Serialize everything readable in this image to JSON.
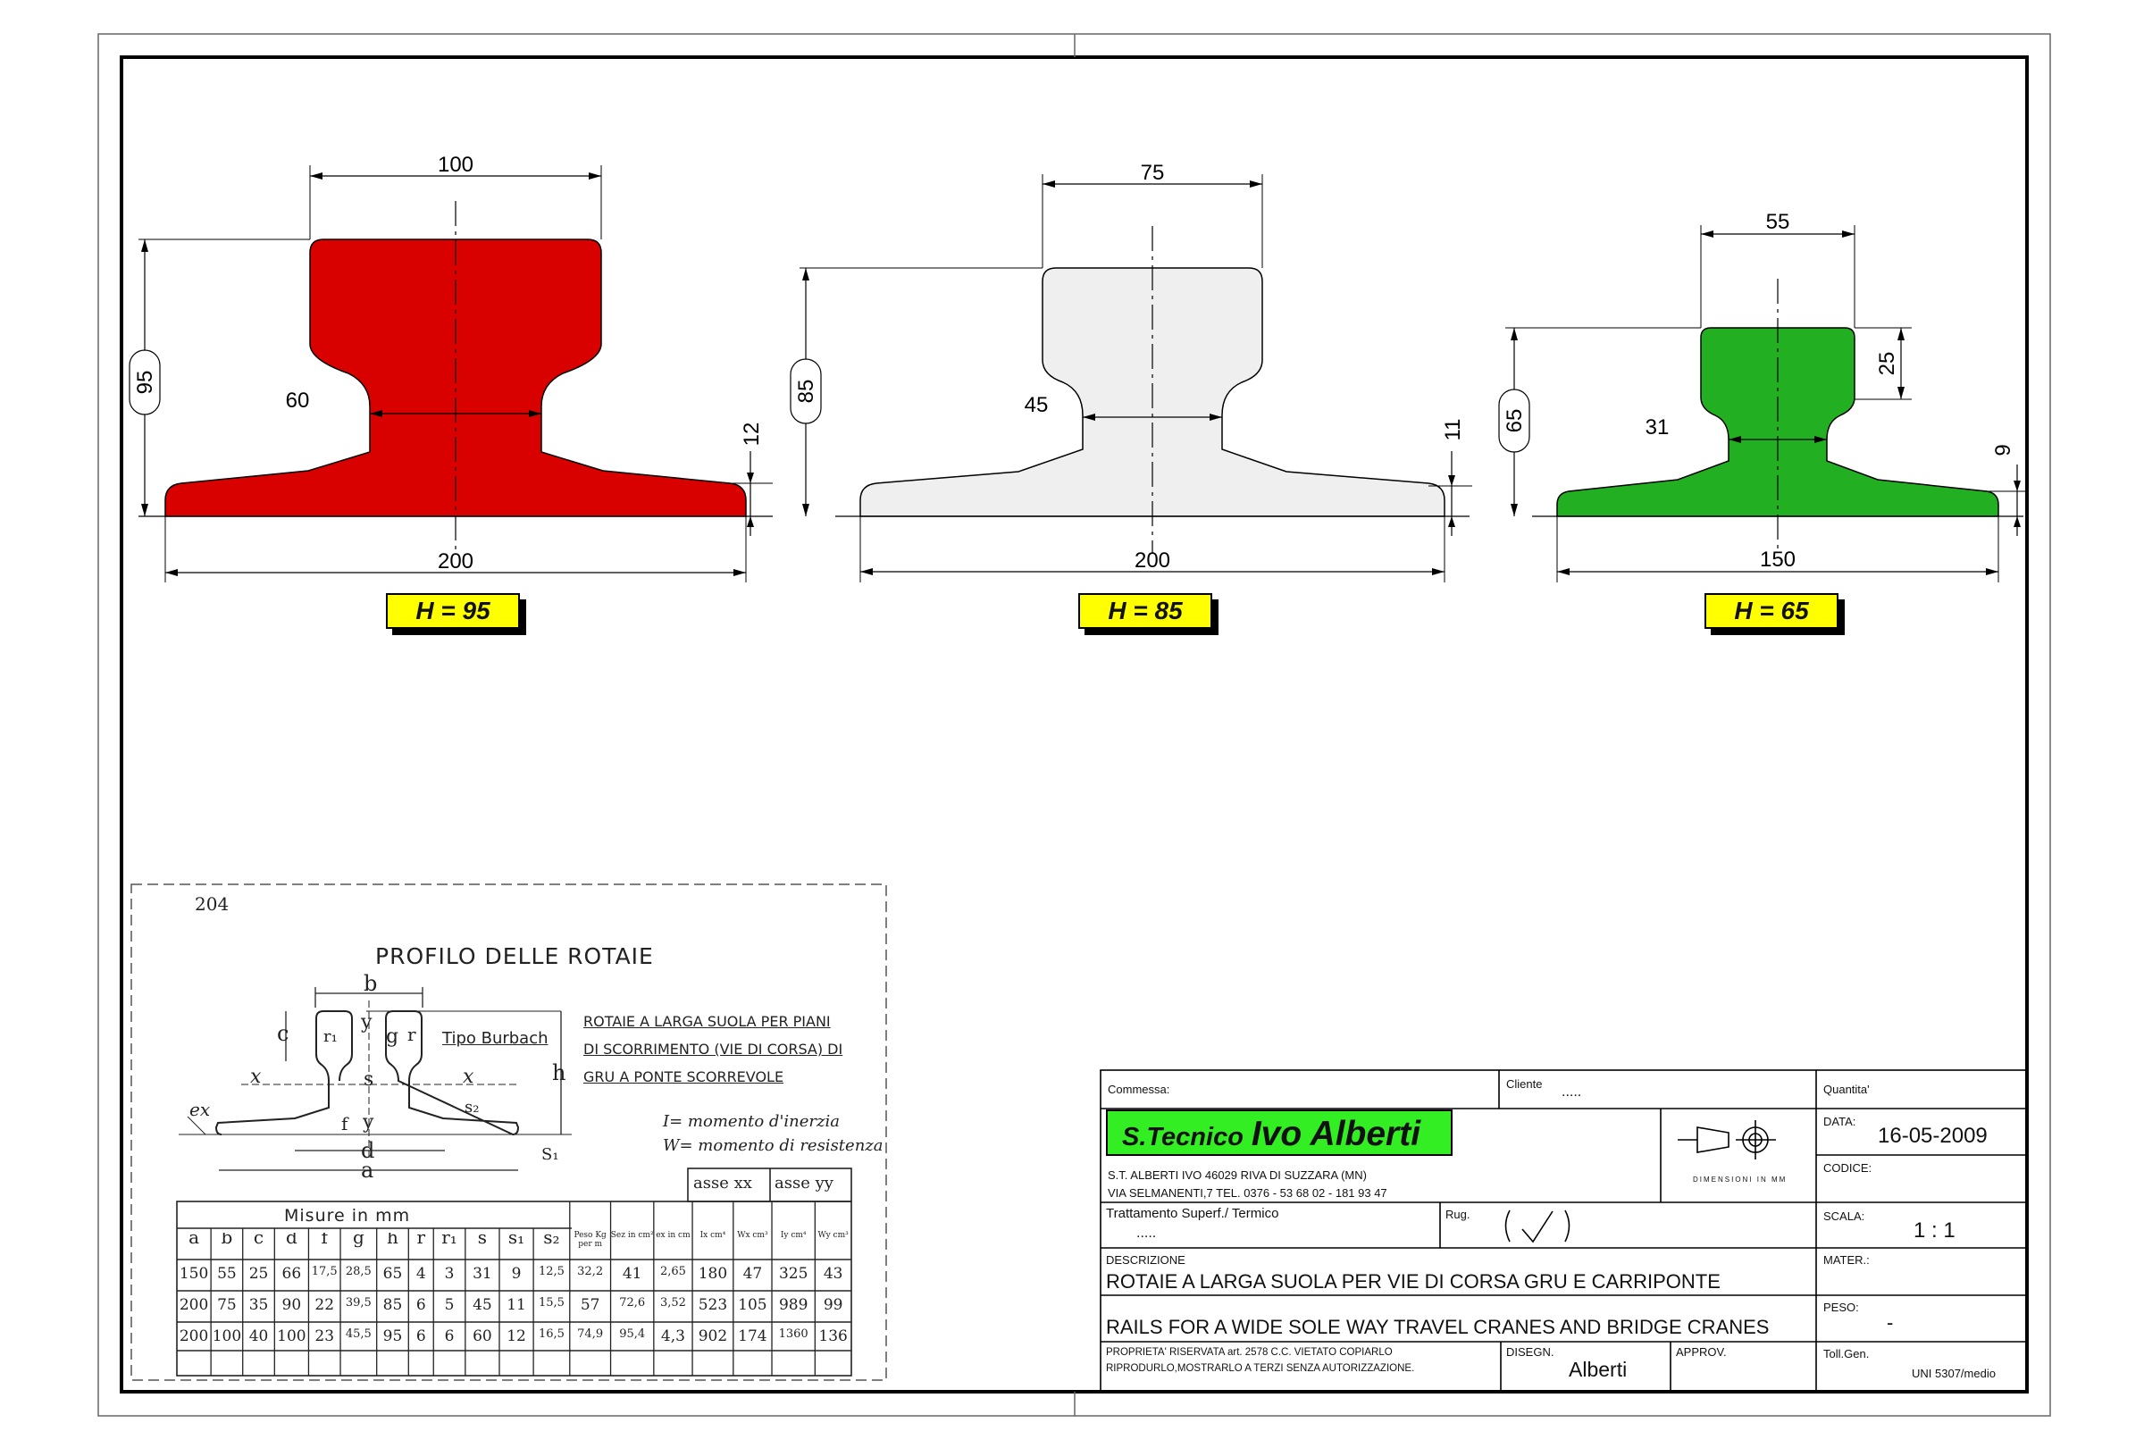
{
  "rails": [
    {
      "top_width": "100",
      "height": "95",
      "web_width": "60",
      "foot_thickness": "12",
      "base_width": "200",
      "badge": "H = 95",
      "color": "#d90000"
    },
    {
      "top_width": "75",
      "height": "85",
      "web_width": "45",
      "foot_thickness": "11",
      "base_width": "200",
      "badge": "H = 85",
      "color": "#efefef"
    },
    {
      "top_width": "55",
      "height": "65",
      "head_height": "25",
      "web_width": "31",
      "foot_thickness": "9",
      "base_width": "150",
      "badge": "H = 65",
      "color": "#22b022"
    }
  ],
  "catalog": {
    "page_number": "204",
    "title": "PROFILO DELLE ROTAIE",
    "type_label": "Tipo Burbach",
    "caption_lines": [
      "ROTAIE A LARGA SUOLA PER PIANI",
      "DI SCORRIMENTO (VIE DI CORSA) DI",
      "GRU A PONTE SCORREVOLE"
    ],
    "legend_i": "I= momento d'inerzia",
    "legend_w": "W= momento di resistenza",
    "dim_letters": {
      "b": "b",
      "c": "c",
      "y": "y",
      "g": "g",
      "r": "r",
      "r1": "r₁",
      "s": "s",
      "s2": "s₂",
      "s1": "S₁",
      "x": "x",
      "h": "h",
      "ex": "ex",
      "f": "f",
      "d": "d",
      "a": "a"
    },
    "header_group": "Misure in mm",
    "axis_xx": "asse xx",
    "axis_yy": "asse yy",
    "col_headers": [
      "a",
      "b",
      "c",
      "d",
      "f",
      "g",
      "h",
      "r",
      "r₁",
      "s",
      "s₁",
      "s₂",
      "Peso Kg per m",
      "Sez in cm²",
      "ex in cm",
      "Ix cm⁴",
      "Wx cm³",
      "Iy cm⁴",
      "Wy cm³"
    ],
    "rows": [
      [
        "150",
        "55",
        "25",
        "66",
        "17,5",
        "28,5",
        "65",
        "4",
        "3",
        "31",
        "9",
        "12,5",
        "32,2",
        "41",
        "2,65",
        "180",
        "47",
        "325",
        "43"
      ],
      [
        "200",
        "75",
        "35",
        "90",
        "22",
        "39,5",
        "85",
        "6",
        "5",
        "45",
        "11",
        "15,5",
        "57",
        "72,6",
        "3,52",
        "523",
        "105",
        "989",
        "99"
      ],
      [
        "200",
        "100",
        "40",
        "100",
        "23",
        "45,5",
        "95",
        "6",
        "6",
        "60",
        "12",
        "16,5",
        "74,9",
        "95,4",
        "4,3",
        "902",
        "174",
        "1360",
        "136"
      ]
    ]
  },
  "title_block": {
    "commessa_label": "Commessa:",
    "cliente_label": "Cliente",
    "cliente_value": ".....",
    "quantita_label": "Quantita'",
    "logo_prefix": "S.Tecnico",
    "logo_name": "Ivo Alberti",
    "address_line1": "S.T. ALBERTI IVO 46029 RIVA DI SUZZARA (MN)",
    "address_line2": "VIA SELMANENTI,7    TEL. 0376 - 53 68 02  -  181 93 47",
    "symbol_caption": "DIMENSIONI IN MM",
    "data_label": "DATA:",
    "data_value": "16-05-2009",
    "codice_label": "CODICE:",
    "trattamento_label": "Trattamento Superf./ Termico",
    "trattamento_value": ".....",
    "rug_label": "Rug.",
    "scala_label": "SCALA:",
    "scala_value": "1 : 1",
    "descrizione_label": "DESCRIZIONE",
    "mater_label": "MATER.:",
    "desc_it": "ROTAIE A LARGA SUOLA PER VIE DI CORSA GRU E CARRIPONTE",
    "peso_label": "PESO:",
    "peso_value": "-",
    "desc_en": "RAILS FOR A WIDE SOLE WAY TRAVEL CRANES AND BRIDGE CRANES",
    "rights_line1": "PROPRIETA' RISERVATA art. 2578 C.C. VIETATO COPIARLO",
    "rights_line2": "RIPRODURLO,MOSTRARLO A TERZI SENZA AUTORIZZAZIONE.",
    "disegn_label": "DISEGN.",
    "disegn_value": "Alberti",
    "approv_label": "APPROV.",
    "toll_label": "Toll.Gen.",
    "toll_value": "UNI 5307/medio"
  }
}
